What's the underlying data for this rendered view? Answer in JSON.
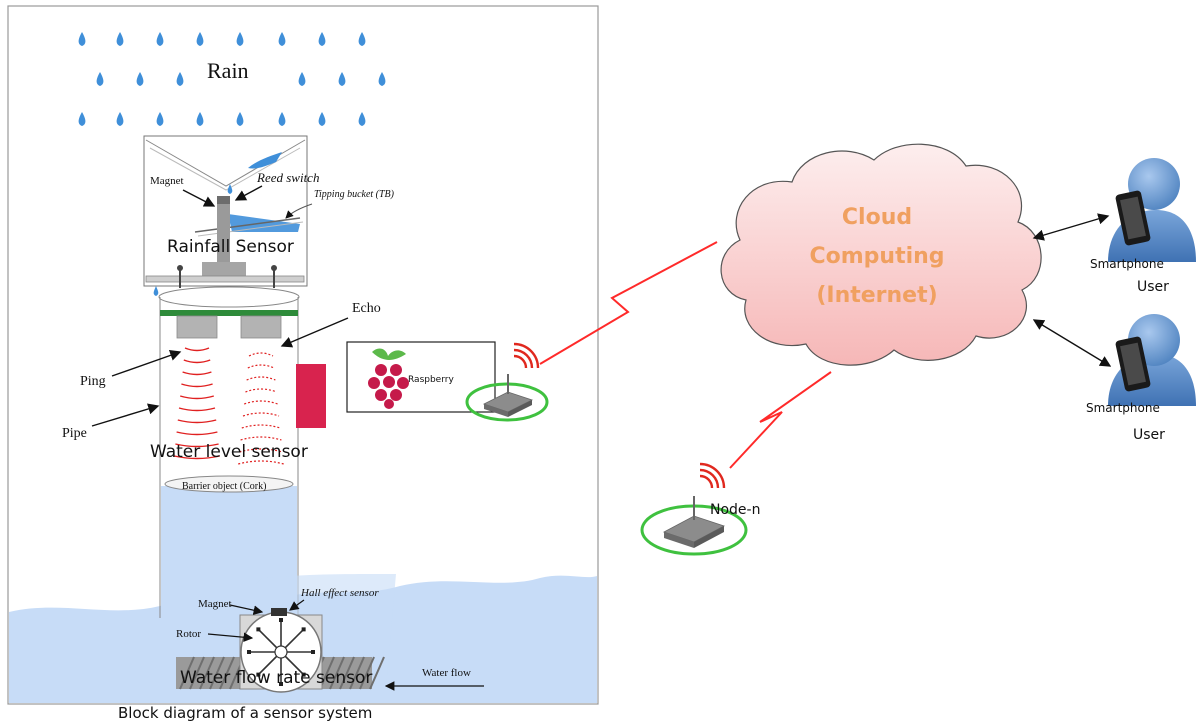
{
  "caption": "Block diagram of a sensor  system",
  "sensor_panel": {
    "rain_label": "Rain",
    "rainfall": {
      "magnet_label": "Magnet",
      "reed_switch_label": "Reed switch",
      "tipping_bucket_label": "Tipping bucket (TB)",
      "title": "Rainfall Sensor"
    },
    "water_level": {
      "echo_label": "Echo",
      "ping_label": "Ping",
      "pipe_label": "Pipe",
      "raspberry_label": "Raspberry",
      "title": "Water level sensor",
      "barrier_label": "Barrier object (Cork)"
    },
    "flow": {
      "magnet_label": "Magnet",
      "hall_label": "Hall effect sensor",
      "rotor_label": "Rotor",
      "water_flow_label": "Water flow",
      "title": "Water flow rate sensor"
    }
  },
  "network": {
    "cloud_line1": "Cloud",
    "cloud_line2": "Computing",
    "cloud_line3": "(Internet)",
    "node_label": "Node-n",
    "users": [
      {
        "device_label": "Smartphone",
        "user_label": "User"
      },
      {
        "device_label": "Smartphone",
        "user_label": "User"
      }
    ]
  },
  "colors": {
    "rain_drop": "#3f8fd9",
    "water": "#c7dcf7",
    "cloud_fill_top": "#fdeeee",
    "cloud_fill_bottom": "#f6b7b7",
    "cloud_text": "#f0a060",
    "lightning": "#ff2a2a",
    "node_ring": "#3fc13f",
    "raspberry": "#c51a4a",
    "speaker": "#b3b3b3",
    "pcb": "#2e8b3a",
    "person": "#5b8fc9"
  }
}
